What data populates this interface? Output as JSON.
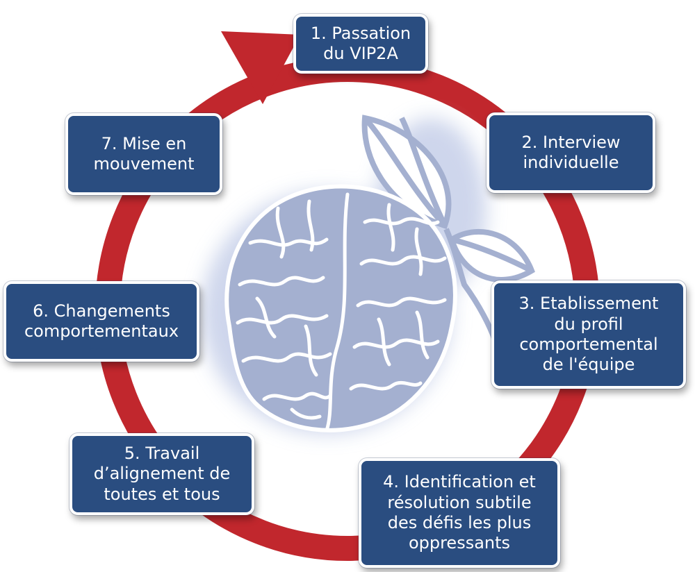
{
  "colors": {
    "cycle_red": "#c1272d",
    "box_blue": "#2a4d80",
    "brain_fill": "#a4b0d0",
    "brain_line": "#ffffff"
  },
  "icons": [
    "cycle-arrow-icon",
    "brain-icon",
    "leaf-icon"
  ],
  "steps": [
    {
      "lines": [
        "1. Passation",
        "du VIP2A"
      ]
    },
    {
      "lines": [
        "2. Interview",
        "individuelle"
      ]
    },
    {
      "lines": [
        "3. Etablissement",
        "du profil",
        "comportemental",
        "de l'équipe"
      ]
    },
    {
      "lines": [
        "4. Identification et",
        "résolution subtile",
        "des défis les plus",
        "oppressants"
      ]
    },
    {
      "lines": [
        "5. Travail",
        "d’alignement de",
        "toutes et tous"
      ]
    },
    {
      "lines": [
        "6. Changements",
        "comportementaux"
      ]
    },
    {
      "lines": [
        "7. Mise en",
        "mouvement"
      ]
    }
  ]
}
